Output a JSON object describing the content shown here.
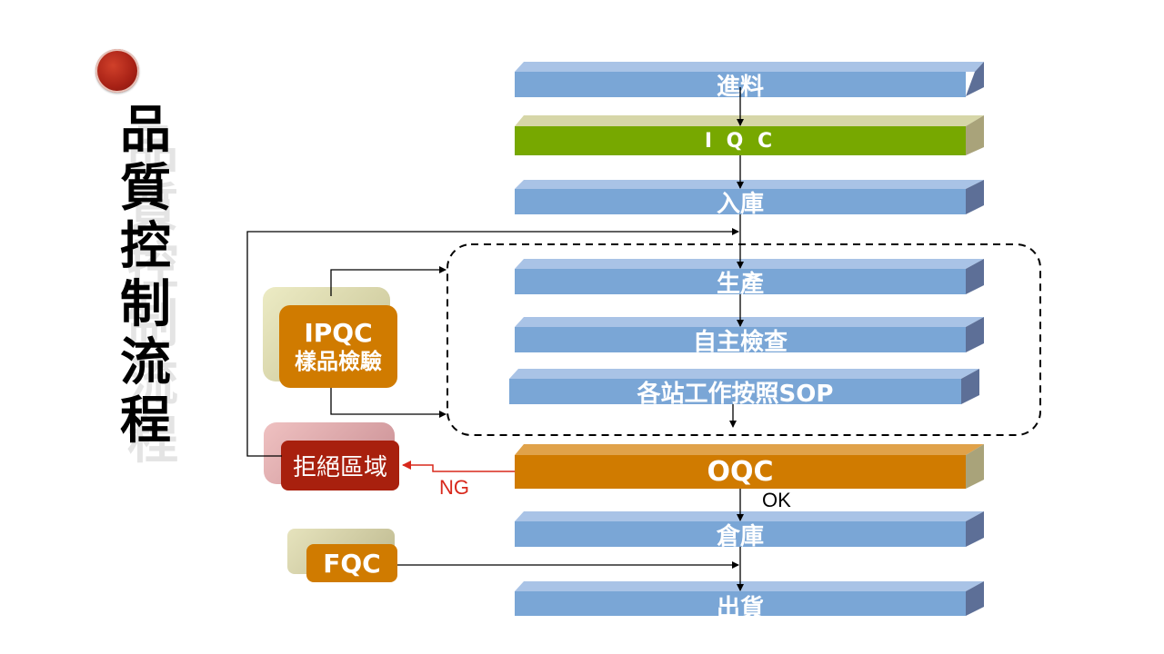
{
  "title": {
    "chars": [
      "品",
      "質",
      "控",
      "制",
      "流",
      "程"
    ]
  },
  "flow": {
    "steps": [
      {
        "id": "incoming",
        "label": "進料"
      },
      {
        "id": "iqc",
        "label": "I Q C"
      },
      {
        "id": "warehousing",
        "label": "入庫"
      },
      {
        "id": "production",
        "label": "生產"
      },
      {
        "id": "self-inspection",
        "label": "自主檢查"
      },
      {
        "id": "station-sop",
        "label": "各站工作按照SOP"
      },
      {
        "id": "oqc",
        "label": "OQC"
      },
      {
        "id": "storage",
        "label": "倉庫"
      },
      {
        "id": "shipping",
        "label": "出貨"
      }
    ],
    "side": {
      "ipqc": {
        "line1": "IPQC",
        "line2": "樣品檢驗"
      },
      "reject": {
        "label": "拒絕區域"
      },
      "fqc": {
        "label": "FQC"
      }
    },
    "edges": {
      "ng": "NG",
      "ok": "OK"
    }
  },
  "colors": {
    "bar_blue": "#7aa6d6",
    "bar_green": "#77a800",
    "bar_orange": "#d07b00",
    "box_red": "#a8200e",
    "ng_red": "#d8281c",
    "bullet": "#a82216"
  }
}
